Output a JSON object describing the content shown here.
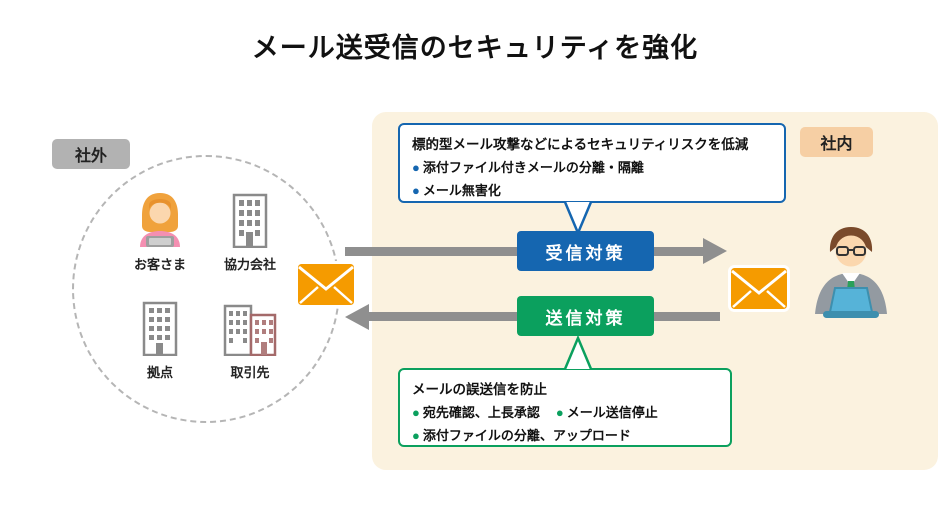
{
  "title": "メール送受信のセキュリティを強化",
  "outside": {
    "badge": "社外",
    "entities": [
      {
        "label": "お客さま"
      },
      {
        "label": "協力会社"
      },
      {
        "label": "拠点"
      },
      {
        "label": "取引先"
      }
    ]
  },
  "inside": {
    "badge": "社内"
  },
  "receive": {
    "button": "受信対策",
    "callout_title": "標的型メール攻撃などによるセキュリティリスクを低減",
    "items": [
      "添付ファイル付きメールの分離・隔離",
      "メール無害化"
    ]
  },
  "send": {
    "button": "送信対策",
    "callout_title": "メールの誤送信を防止",
    "items": [
      "宛先確認、上長承認",
      "メール送信停止",
      "添付ファイルの分離、アップロード"
    ]
  },
  "colors": {
    "blue": "#1566b0",
    "green": "#0ba05e",
    "panel_beige": "#fbf2df",
    "badge_gray": "#b2b2b2",
    "badge_peach": "#f6cfa4",
    "arrow_gray": "#8f8f8f",
    "envelope_orange": "#f59b00"
  }
}
